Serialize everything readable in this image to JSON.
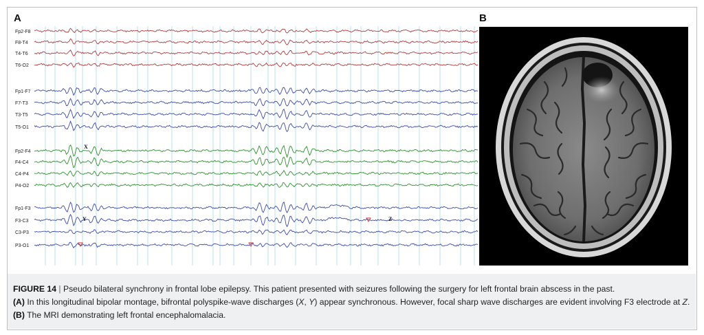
{
  "panels": {
    "a_label": "A",
    "b_label": "B"
  },
  "eeg": {
    "channels": [
      {
        "name": "Fp2-F8",
        "color": "#b03a3a"
      },
      {
        "name": "F8-T4",
        "color": "#b03a3a"
      },
      {
        "name": "T4-T6",
        "color": "#b03a3a"
      },
      {
        "name": "T6-O2",
        "color": "#b03a3a"
      },
      {
        "name": "Fp1-F7",
        "color": "#3a4aa8"
      },
      {
        "name": "F7-T3",
        "color": "#3a4aa8"
      },
      {
        "name": "T3-T5",
        "color": "#3a4aa8"
      },
      {
        "name": "T5-O1",
        "color": "#3a4aa8"
      },
      {
        "name": "Fp2-F4",
        "color": "#2e8f2e"
      },
      {
        "name": "F4-C4",
        "color": "#2e8f2e"
      },
      {
        "name": "C4-P4",
        "color": "#2e8f2e"
      },
      {
        "name": "P4-O2",
        "color": "#2e8f2e"
      },
      {
        "name": "Fp1-F3",
        "color": "#3a4aa8"
      },
      {
        "name": "F3-C3",
        "color": "#3a4aa8"
      },
      {
        "name": "C3-P3",
        "color": "#3a4aa8"
      },
      {
        "name": "P3-O1",
        "color": "#3a4aa8"
      }
    ],
    "annotations": {
      "x": "X",
      "y": "Y",
      "z": "Z"
    },
    "gridline_color": "#a8d8e8",
    "marker_color": "#d03030"
  },
  "caption": {
    "figure_label": "FIGURE 14",
    "separator": "|",
    "title_text": "Pseudo bilateral synchrony in frontal lobe epilepsy. This patient presented with seizures following the surgery for left frontal brain abscess in the past.",
    "a_tag": "(A)",
    "a_text_1": "In this longitudinal bipolar montage, bifrontal polyspike-wave discharges (",
    "a_x": "X",
    "a_comma": ", ",
    "a_y": "Y",
    "a_text_2": ") appear synchronous. However, focal sharp wave discharges are evident involving F3 electrode at ",
    "a_z": "Z",
    "a_end": ".",
    "b_tag": "(B)",
    "b_text": "The MRI demonstrating left frontal encephalomalacia."
  }
}
